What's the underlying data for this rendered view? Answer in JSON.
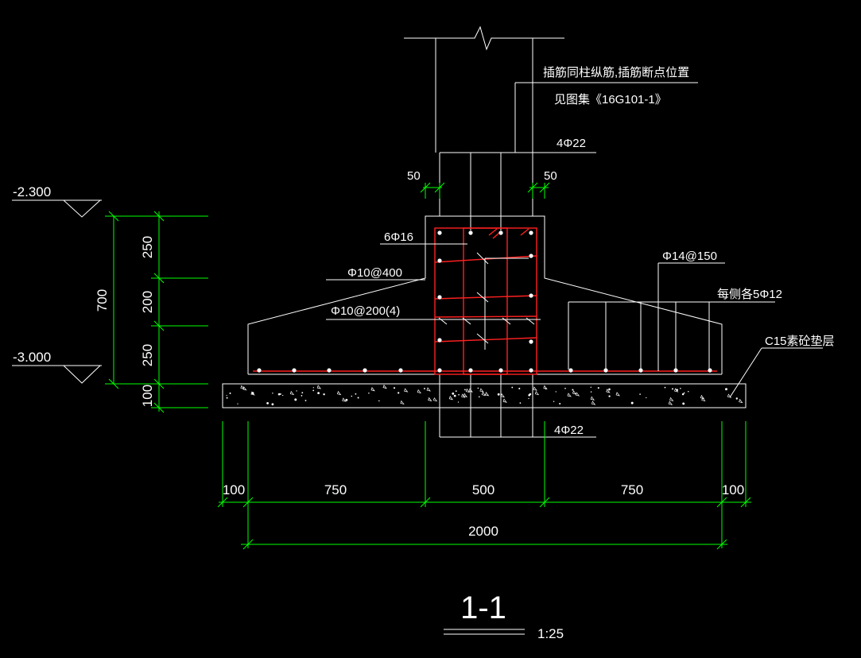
{
  "colors": {
    "background": "#000000",
    "lines": "#ffffff",
    "dimensions": "#00ff00",
    "rebar": "#ff2020"
  },
  "elevations": {
    "top": "-2.300",
    "bottom": "-3.000"
  },
  "vertical_dims": {
    "total": "700",
    "d1": "250",
    "d2": "200",
    "d3": "250",
    "d4": "100"
  },
  "horizontal_dims": {
    "d1": "100",
    "d2": "750",
    "d3": "500",
    "d4": "750",
    "d5": "100",
    "total": "2000",
    "cover_left": "50",
    "cover_right": "50"
  },
  "notes": {
    "anchor_line1": "插筋同柱纵筋,插筋断点位置",
    "anchor_line2": "见图集《16G101-1》",
    "column_bars_top": "4Φ22",
    "column_bars_bottom": "4Φ22",
    "pedestal_bars": "6Φ16",
    "stirrup_a": "Φ10@400",
    "stirrup_b": "Φ10@200(4)",
    "bottom_mesh": "Φ14@150",
    "side_bars": "每侧各5Φ12",
    "bedding": "C15素砼垫层"
  },
  "title": {
    "section": "1-1",
    "scale": "1:25"
  }
}
